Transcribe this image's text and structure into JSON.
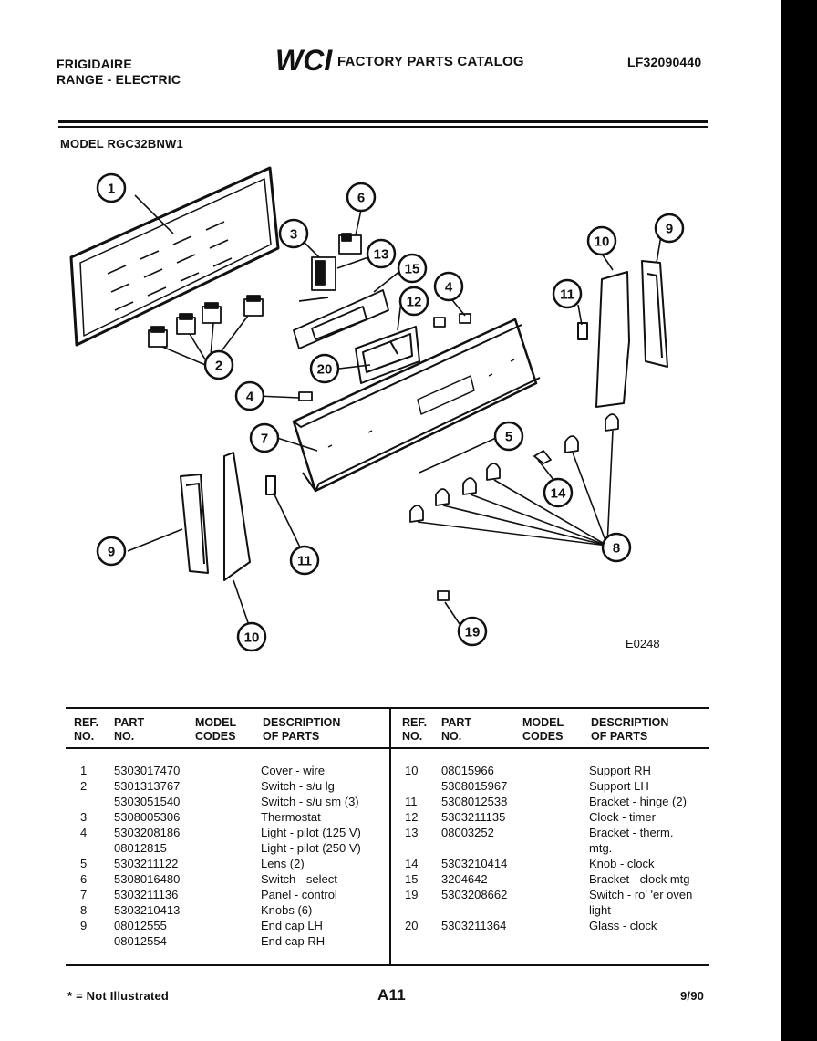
{
  "header": {
    "brand_line1": "FRIGIDAIRE",
    "brand_line2": "RANGE - ELECTRIC",
    "logo_text": "WCI",
    "catalog_title": "FACTORY PARTS CATALOG",
    "catalog_number": "LF32090440"
  },
  "model": "MODEL RGC32BNW1",
  "figure_code": "E0248",
  "callouts": [
    "1",
    "2",
    "3",
    "4",
    "4",
    "5",
    "6",
    "7",
    "8",
    "9",
    "9",
    "10",
    "10",
    "11",
    "11",
    "12",
    "13",
    "14",
    "15",
    "19",
    "20"
  ],
  "table": {
    "headers": {
      "ref": [
        "REF.",
        "NO."
      ],
      "part": [
        "PART",
        "NO."
      ],
      "codes": [
        "MODEL",
        "CODES"
      ],
      "desc": [
        "DESCRIPTION",
        "OF PARTS"
      ]
    },
    "left": [
      {
        "ref": "1",
        "part": "5303017470",
        "desc": "Cover - wire"
      },
      {
        "ref": "2",
        "part": "5301313767",
        "desc": "Switch - s/u lg"
      },
      {
        "ref": "",
        "part": "5303051540",
        "desc": "Switch - s/u sm (3)"
      },
      {
        "ref": "3",
        "part": "5308005306",
        "desc": "Thermostat"
      },
      {
        "ref": "4",
        "part": "5303208186",
        "desc": "Light - pilot (125 V)"
      },
      {
        "ref": "",
        "part": "08012815",
        "desc": "Light - pilot (250 V)"
      },
      {
        "ref": "5",
        "part": "5303211122",
        "desc": "Lens (2)"
      },
      {
        "ref": "6",
        "part": "5308016480",
        "desc": "Switch - select"
      },
      {
        "ref": "7",
        "part": "5303211136",
        "desc": "Panel - control"
      },
      {
        "ref": "8",
        "part": "5303210413",
        "desc": "Knobs (6)"
      },
      {
        "ref": "9",
        "part": "08012555",
        "desc": "End cap LH"
      },
      {
        "ref": "",
        "part": "08012554",
        "desc": "End cap RH"
      }
    ],
    "right": [
      {
        "ref": "10",
        "part": "08015966",
        "desc": "Support RH"
      },
      {
        "ref": "",
        "part": "5308015967",
        "desc": "Support LH"
      },
      {
        "ref": "11",
        "part": "5308012538",
        "desc": "Bracket - hinge (2)"
      },
      {
        "ref": "12",
        "part": "5303211135",
        "desc": "Clock - timer"
      },
      {
        "ref": "13",
        "part": "08003252",
        "desc": "Bracket - therm."
      },
      {
        "ref": "",
        "part": "",
        "desc": "mtg."
      },
      {
        "ref": "14",
        "part": "5303210414",
        "desc": "Knob - clock"
      },
      {
        "ref": "15",
        "part": "3204642",
        "desc": "Bracket - clock mtg"
      },
      {
        "ref": "19",
        "part": "5303208662",
        "desc": "Switch - ro' 'er oven"
      },
      {
        "ref": "",
        "part": "",
        "desc": "light"
      },
      {
        "ref": "20",
        "part": "5303211364",
        "desc": "Glass - clock"
      }
    ]
  },
  "footer": {
    "note": "* = Not Illustrated",
    "page": "A11",
    "date": "9/90"
  }
}
